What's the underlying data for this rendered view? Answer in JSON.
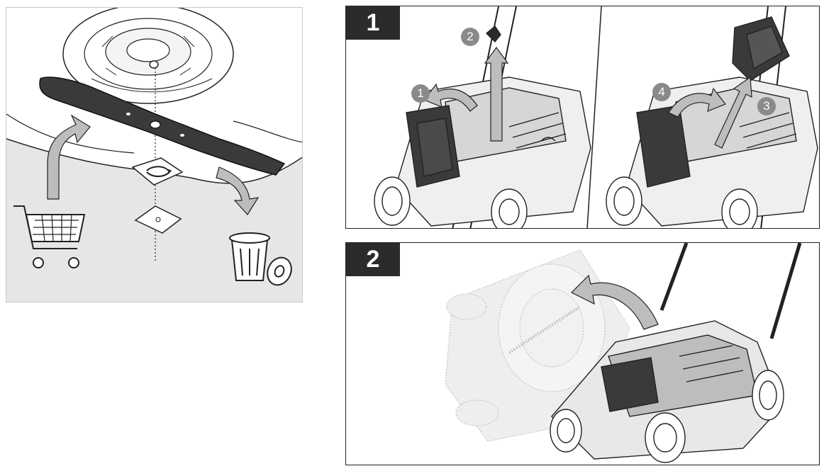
{
  "steps": [
    {
      "label": "1"
    },
    {
      "label": "2"
    }
  ],
  "badges": [
    "1",
    "2",
    "3",
    "4"
  ],
  "icons": {
    "cart": "shopping-cart-icon",
    "bin": "trash-bin-icon"
  },
  "colors": {
    "tab_bg": "#2b2b2b",
    "badge_bg": "#8a8a8a",
    "arrow_fill": "#bdbdbd",
    "blade_panel_bg": "#e6e6e6"
  }
}
